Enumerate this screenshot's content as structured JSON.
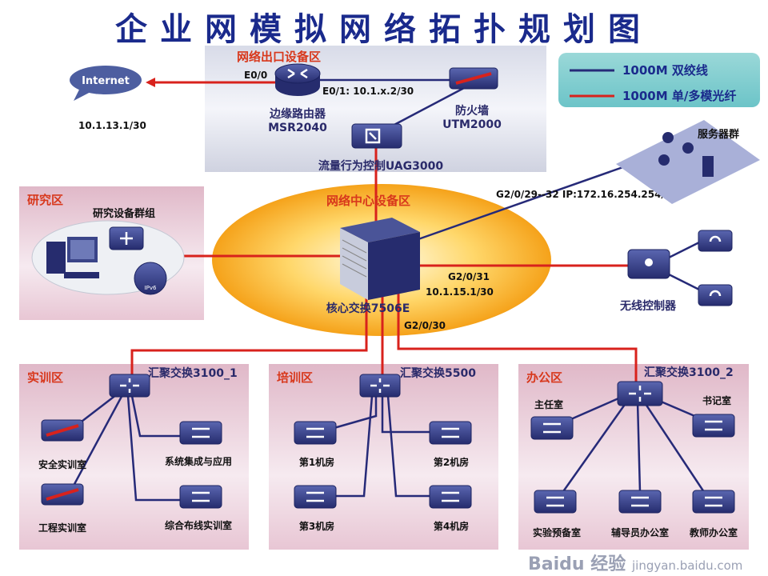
{
  "title": "企业网模拟网络拓扑规划图",
  "legend": {
    "items": [
      {
        "label": "1000M 双绞线",
        "color": "#262a78"
      },
      {
        "label": "1000M 单/多模光纤",
        "color": "#d8221c"
      }
    ]
  },
  "internet": {
    "label": "Internet",
    "ip": "10.1.13.1/30"
  },
  "exit_zone": {
    "title": "网络出口设备区",
    "router_port_e00": "E0/0",
    "router_port_e01": "E0/1: 10.1.x.2/30",
    "router_name": "边缘路由器",
    "router_model": "MSR2040",
    "firewall_name": "防火墙",
    "firewall_model": "UTM2000",
    "uag": "流量行为控制UAG3000"
  },
  "research_zone": {
    "title": "研究区",
    "group": "研究设备群组",
    "ipv6": "IPv6"
  },
  "core_zone": {
    "title": "网络中心设备区",
    "core": "核心交换7506E",
    "port_server": "G2/0/29--32   IP:172.16.254.254/24",
    "port_wlan": "G2/0/31",
    "ip_wlan": "10.1.15.1/30",
    "port_down": "G2/0/30"
  },
  "servers": {
    "label": "服务器群"
  },
  "wireless": {
    "label": "无线控制器"
  },
  "training_zone": {
    "title": "实训区",
    "switch": "汇聚交换3100_1",
    "rooms": [
      "安全实训室",
      "工程实训室",
      "系统集成与应用",
      "综合布线实训室"
    ]
  },
  "lab_zone": {
    "title": "培训区",
    "switch": "汇聚交换5500",
    "rooms": [
      "第1机房",
      "第2机房",
      "第3机房",
      "第4机房"
    ]
  },
  "office_zone": {
    "title": "办公区",
    "switch": "汇聚交换3100_2",
    "rooms": [
      "主任室",
      "书记室",
      "实验预备室",
      "辅导员办公室",
      "教师办公室"
    ]
  },
  "watermark": {
    "logo": "Baidu 经验",
    "url": "jingyan.baidu.com"
  }
}
